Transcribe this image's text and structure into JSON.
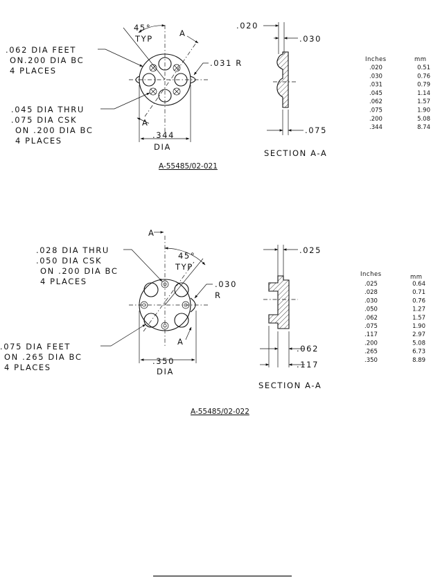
{
  "figure1": {
    "angle_label": "45°",
    "angle_sub": "TYP",
    "section_mark_top": "A",
    "section_mark_bottom": "A",
    "feet_note": [
      ".062 DIA FEET",
      "ON.200 DIA BC",
      "4 PLACES"
    ],
    "radius_note": ".031 R",
    "thru_note": [
      ".045 DIA THRU",
      ".075 DIA CSK",
      "ON .200 DIA BC",
      "4 PLACES"
    ],
    "dia_value": ".344",
    "dia_label": "DIA",
    "section_dim_top_left": ".020",
    "section_dim_top_right": ".030",
    "section_dim_bottom": ".075",
    "section_title": "SECTION A-A",
    "caption": "A-55485/02-021",
    "table": {
      "header_in": "Inches",
      "header_mm": "mm",
      "rows": [
        [
          ".020",
          "0.51"
        ],
        [
          ".030",
          "0.76"
        ],
        [
          ".031",
          "0.79"
        ],
        [
          ".045",
          "1.14"
        ],
        [
          ".062",
          "1.57"
        ],
        [
          ".075",
          "1.90"
        ],
        [
          ".200",
          "5.08"
        ],
        [
          ".344",
          "8.74"
        ]
      ]
    }
  },
  "figure2": {
    "section_mark_top": "A",
    "section_mark_bottom": "A",
    "angle_label": "45°",
    "angle_sub": "TYP",
    "thru_note": [
      ".028 DIA THRU",
      ".050 DIA CSK",
      "ON .200 DIA BC",
      "4 PLACES"
    ],
    "radius_value": ".030",
    "radius_unit": "R",
    "feet_note": [
      ".075 DIA FEET",
      "ON .265 DIA BC",
      "4 PLACES"
    ],
    "dia_value": ".350",
    "dia_label": "DIA",
    "section_dim_top": ".025",
    "section_dim_mid": ".062",
    "section_dim_bottom": ".117",
    "section_title": "SECTION A-A",
    "caption": "A-55485/02-022",
    "table": {
      "header_in": "Inches",
      "header_mm": "mm",
      "rows": [
        [
          ".025",
          "0.64"
        ],
        [
          ".028",
          "0.71"
        ],
        [
          ".030",
          "0.76"
        ],
        [
          ".050",
          "1.27"
        ],
        [
          ".062",
          "1.57"
        ],
        [
          ".075",
          "1.90"
        ],
        [
          ".117",
          "2.97"
        ],
        [
          ".200",
          "5.08"
        ],
        [
          ".265",
          "6.73"
        ],
        [
          ".350",
          "8.89"
        ]
      ]
    }
  }
}
